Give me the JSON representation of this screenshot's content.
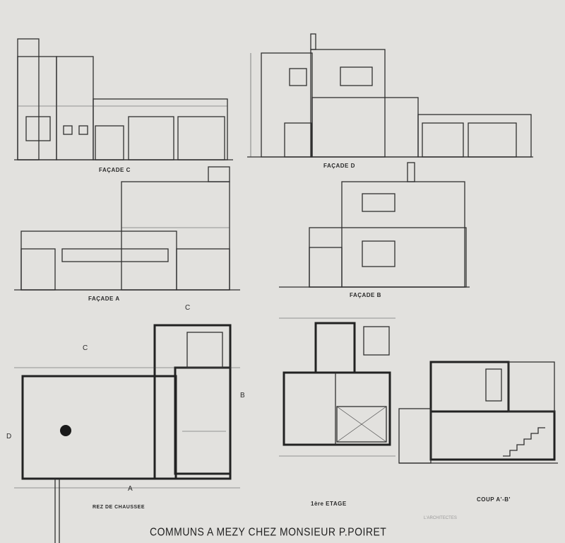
{
  "title": "COMMUNS A MEZY  CHEZ MONSIEUR P.POIRET",
  "views": {
    "facade_c": "FAÇADE C",
    "facade_d": "FAÇADE D",
    "facade_a": "FAÇADE A",
    "facade_b": "FAÇADE B",
    "ground_floor": "REZ DE CHAUSSEE",
    "first_floor": "1ère ETAGE",
    "section": "COUP A'-B'"
  },
  "section_markers": [
    "C",
    "C",
    "B",
    "D",
    "A"
  ],
  "stamp": "L'ARCHITECTES"
}
